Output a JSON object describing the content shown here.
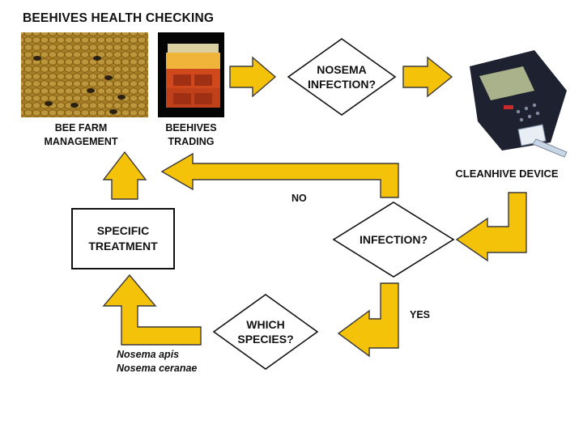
{
  "title": "BEEHIVES HEALTH CHECKING",
  "photos": {
    "bee_farm": {
      "line1": "BEE FARM",
      "line2": "MANAGEMENT"
    },
    "beehives_trading": {
      "line1": "BEEHIVES",
      "line2": "TRADING"
    },
    "device": {
      "label": "CLEANHIVE DEVICE"
    }
  },
  "decisions": {
    "nosema": {
      "line1": "NOSEMA",
      "line2": "INFECTION?"
    },
    "infection": {
      "line1": "INFECTION?"
    },
    "species": {
      "line1": "WHICH",
      "line2": "SPECIES?"
    }
  },
  "treatment": {
    "line1": "SPECIFIC",
    "line2": "TREATMENT"
  },
  "edges": {
    "no": "NO",
    "yes": "YES"
  },
  "species_list": [
    "Nosema apis",
    "Nosema ceranae"
  ],
  "colors": {
    "arrow_fill": "#f5c20a",
    "arrow_stroke": "#3a3a3a",
    "outline": "#111111"
  }
}
